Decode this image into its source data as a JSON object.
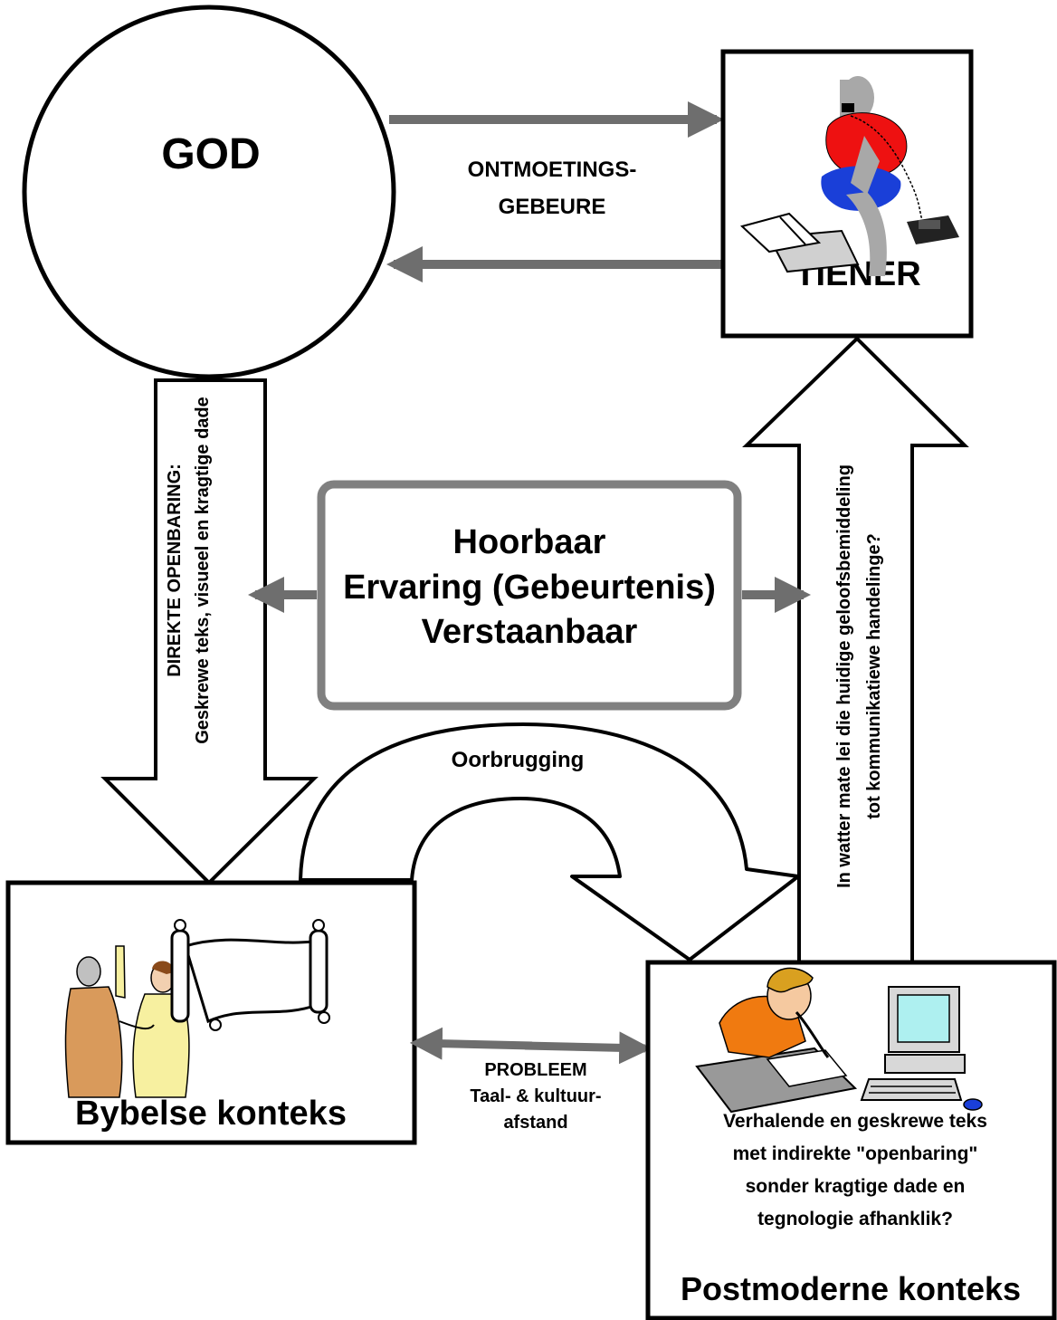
{
  "nodes": {
    "god": {
      "label": "GOD"
    },
    "tiener": {
      "label": "TIENER"
    },
    "bybelse": {
      "label": "Bybelse konteks"
    },
    "postmoderne": {
      "label": "Postmoderne konteks",
      "caption": [
        "Verhalende en geskrewe teks",
        "met indirekte \"openbaring\"",
        "sonder kragtige dade en",
        "tegnologie afhanklik?"
      ]
    },
    "center": {
      "lines": [
        "Hoorbaar",
        "Ervaring (Gebeurtenis)",
        "Verstaanbaar"
      ]
    }
  },
  "edges": {
    "ontmoeting": {
      "lines": [
        "ONTMOETINGS-",
        "GEBEURE"
      ]
    },
    "openbaring": {
      "lines": [
        "DIREKTE OPENBARING:",
        "Geskrewe teks, visueel en kragtige dade"
      ]
    },
    "geloofsbemiddeling": {
      "lines": [
        "In watter mate lei die huidige geloofsbemiddeling",
        "tot kommunikatiewe handelinge?"
      ]
    },
    "oorbrugging": {
      "label": "Oorbrugging"
    },
    "probleem": {
      "lines": [
        "PROBLEEM",
        "Taal- & kultuur-",
        "afstand"
      ]
    }
  },
  "colors": {
    "arrow_gray": "#6e6e6e",
    "box_gray": "#808080",
    "shirt_red": "#ee1111",
    "jeans_blue": "#1a3fd8",
    "skin_gray": "#a8a8a8",
    "shirt_orange": "#f07a10",
    "robe_tan": "#d99a5b",
    "robe_yellow": "#f7f0a0",
    "monitor_cyan": "#aef0f0"
  },
  "icons": [
    "teen-on-phone-icon",
    "biblical-figures-icon",
    "scroll-icon",
    "student-at-desk-icon",
    "computer-icon"
  ]
}
